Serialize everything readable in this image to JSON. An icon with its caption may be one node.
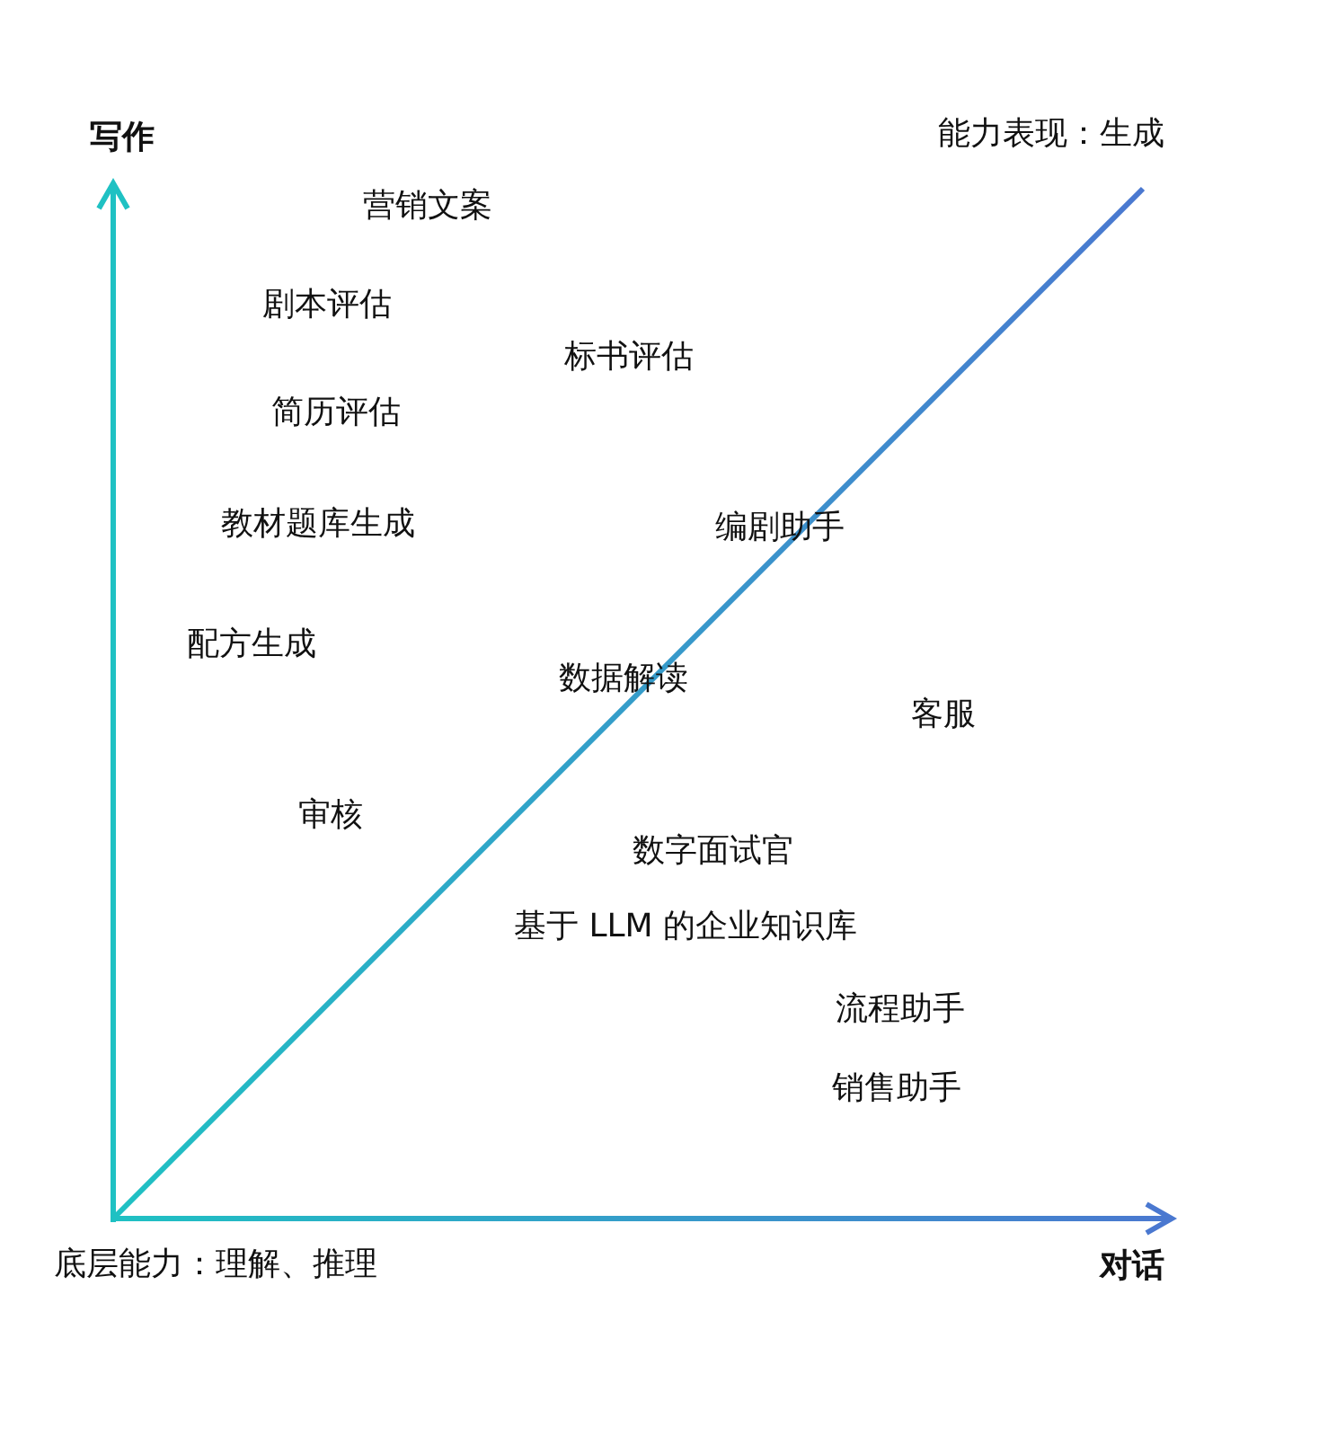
{
  "diagram": {
    "labels": [
      "写作",
      "能力表现：生成",
      "营销文案",
      "剧本评估",
      "标书评估",
      "简历评估",
      "教材题库生成",
      "编剧助手",
      "配方生成",
      "数据解读",
      "客服",
      "审核",
      "数字面试官",
      "基于 LLM 的企业知识库",
      "流程助手",
      "销售助手",
      "底层能力：理解、推理",
      "对话"
    ]
  }
}
